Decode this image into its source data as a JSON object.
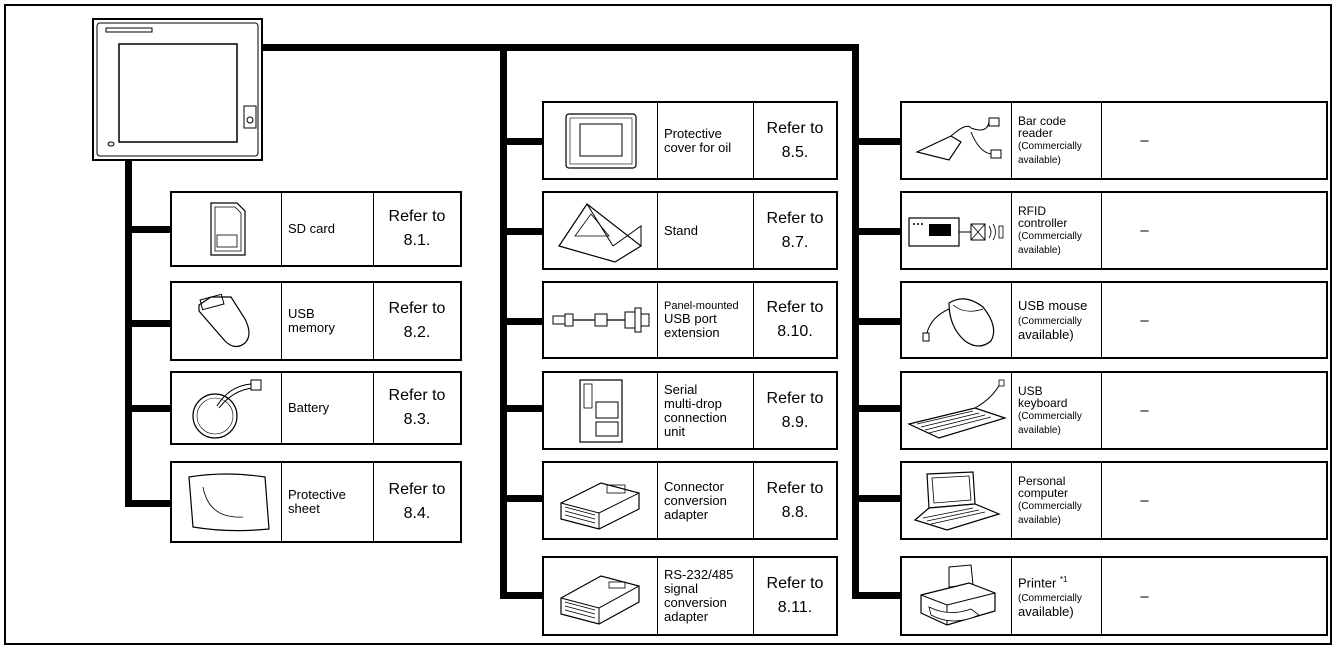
{
  "sd_card": {
    "name": "SD card",
    "ref_line1": "Refer to",
    "ref_line2": "8.1."
  },
  "usb_memory": {
    "name_line1": "USB",
    "name_line2": "memory",
    "ref_line1": "Refer to",
    "ref_line2": "8.2."
  },
  "battery": {
    "name": "Battery",
    "ref_line1": "Refer to",
    "ref_line2": "8.3."
  },
  "protective_sheet": {
    "name_line1": "Protective",
    "name_line2": "sheet",
    "ref_line1": "Refer to",
    "ref_line2": "8.4."
  },
  "oil_cover": {
    "name_line1": "Protective",
    "name_line2": "cover for oil",
    "ref_line1": "Refer to",
    "ref_line2": "8.5."
  },
  "stand": {
    "name": "Stand",
    "ref_line1": "Refer to",
    "ref_line2": "8.7."
  },
  "usb_extension": {
    "name_line1": "Panel-mounted",
    "name_line2": "USB port",
    "name_line3": "extension",
    "ref_line1": "Refer to",
    "ref_line2": "8.10."
  },
  "serial_multidrop": {
    "name_line1": "Serial",
    "name_line2": "multi-drop",
    "name_line3": "connection",
    "name_line4": "unit",
    "ref_line1": "Refer to",
    "ref_line2": "8.9."
  },
  "connector_adapter": {
    "name_line1": "Connector",
    "name_line2": "conversion",
    "name_line3": "adapter",
    "ref_line1": "Refer to",
    "ref_line2": "8.8."
  },
  "rs_adapter": {
    "name_line1": "RS-232/485",
    "name_line2": "signal",
    "name_line3": "conversion",
    "name_line4": "adapter",
    "ref_line1": "Refer to",
    "ref_line2": "8.11."
  },
  "barcode": {
    "name_line1": "Bar code",
    "name_line2": "reader",
    "name_line3": "(Commercially",
    "name_line4": "available)",
    "ref": "–"
  },
  "rfid": {
    "name_line1": "RFID",
    "name_line2": "controller",
    "name_line3": "(Commercially",
    "name_line4": "available)",
    "ref": "–"
  },
  "mouse": {
    "name_line1": "USB mouse",
    "name_line2": "(Commercially",
    "name_line3": "available)",
    "ref": "–"
  },
  "keyboard": {
    "name_line1": "USB",
    "name_line2": "keyboard",
    "name_line3": "(Commercially",
    "name_line4": "available)",
    "ref": "–"
  },
  "pc": {
    "name_line1": "Personal",
    "name_line2": "computer",
    "name_line3": "(Commercially",
    "name_line4": "available)",
    "ref": "–"
  },
  "printer": {
    "name_line1": "Printer",
    "note": "*1",
    "name_line2": "(Commercially",
    "name_line3": "available)",
    "ref": "–"
  }
}
